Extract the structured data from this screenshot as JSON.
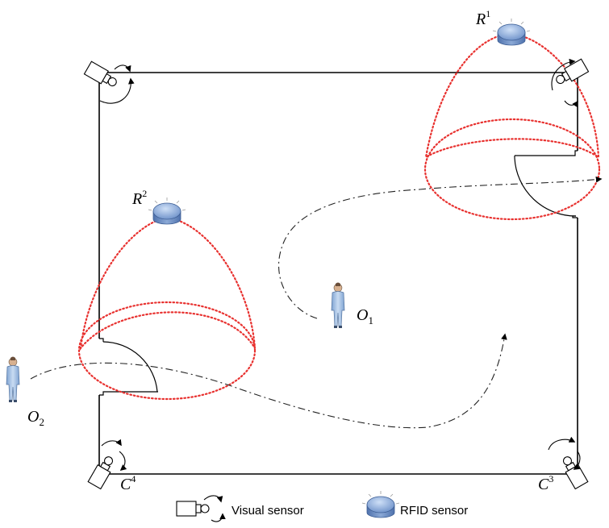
{
  "labels": {
    "r1": {
      "main": "R",
      "sup": "1"
    },
    "r2": {
      "main": "R",
      "sup": "2"
    },
    "c3": {
      "main": "C",
      "sup": "3"
    },
    "c4": {
      "main": "C",
      "sup": "4"
    },
    "o1": {
      "main": "O",
      "sub": "1"
    },
    "o2": {
      "main": "O",
      "sub": "2"
    }
  },
  "legend": {
    "visual_sensor": "Visual sensor",
    "rfid_sensor": "RFID sensor"
  },
  "icons": {
    "camera": "camera-icon",
    "rfid": "rfid-reader-icon",
    "person": "person-icon"
  },
  "colors": {
    "rfid_range": "#e8312f",
    "rfid_body": "#8aa9d8",
    "person_body": "#a9c4e6",
    "wall": "#000000"
  }
}
